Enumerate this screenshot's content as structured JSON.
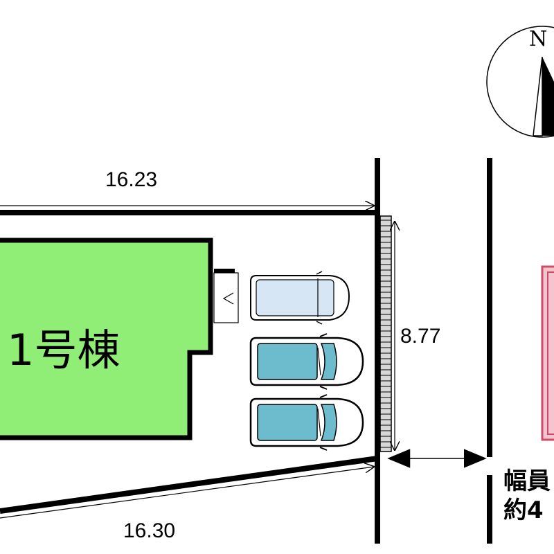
{
  "site_plan": {
    "building_label": "1号棟",
    "dimensions": {
      "top_width": "16.23",
      "bottom_width": "16.30",
      "depth": "8.77"
    },
    "road": {
      "label_line1": "幅員",
      "label_line2": "約4"
    },
    "compass": {
      "label": "N"
    },
    "parking_spaces": 3,
    "colors": {
      "building_fill": "#90ee77",
      "car_front": "#d6e6f5",
      "car_teal": "#6cbccd",
      "neighbor_fill": "#f6c4cc",
      "neighbor_stroke": "#d04a6a"
    }
  }
}
